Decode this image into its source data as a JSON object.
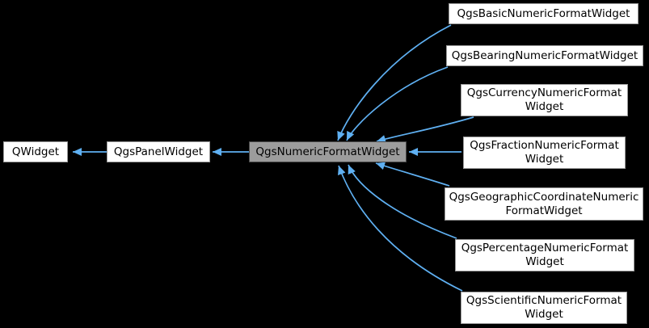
{
  "diagram": {
    "type": "class-inheritance-graph",
    "colors": {
      "background": "#000000",
      "arrow": "#5fb0f2",
      "node_fill": "#ffffff",
      "node_border": "#9a9a9a",
      "current_node_fill": "#9c9c9c",
      "current_node_border": "#4a4a4a",
      "text": "#000000"
    },
    "base_chain": [
      {
        "label": "QWidget"
      },
      {
        "label": "QgsPanelWidget"
      }
    ],
    "current": {
      "label": "QgsNumericFormatWidget"
    },
    "derived": [
      {
        "lines": [
          "QgsBasicNumericFormatWidget"
        ]
      },
      {
        "lines": [
          "QgsBearingNumericFormatWidget"
        ]
      },
      {
        "lines": [
          "QgsCurrencyNumericFormat",
          "Widget"
        ]
      },
      {
        "lines": [
          "QgsFractionNumericFormat",
          "Widget"
        ]
      },
      {
        "lines": [
          "QgsGeographicCoordinateNumeric",
          "FormatWidget"
        ]
      },
      {
        "lines": [
          "QgsPercentageNumericFormat",
          "Widget"
        ]
      },
      {
        "lines": [
          "QgsScientificNumericFormat",
          "Widget"
        ]
      }
    ]
  }
}
